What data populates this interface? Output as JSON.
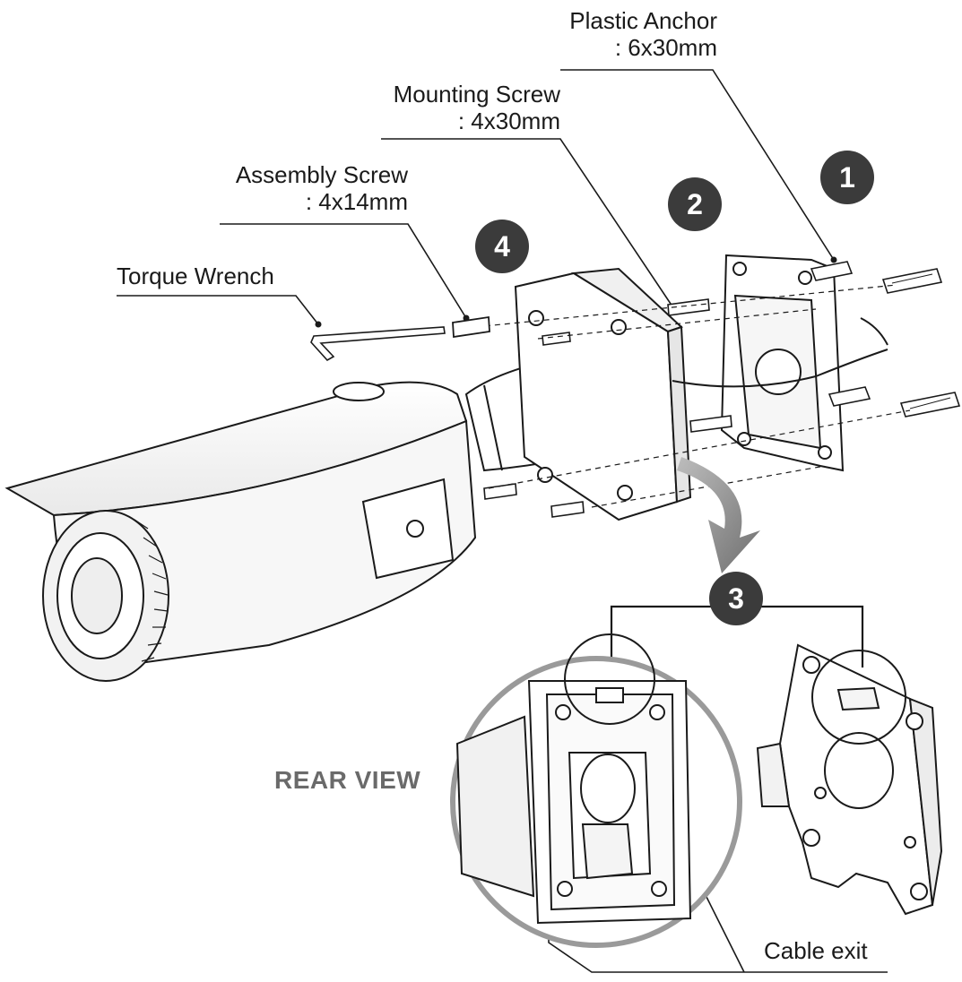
{
  "labels": {
    "plastic_anchor": {
      "name": "Plastic Anchor",
      "size": ": 6x30mm"
    },
    "mounting_screw": {
      "name": "Mounting Screw",
      "size": ": 4x30mm"
    },
    "assembly_screw": {
      "name": "Assembly Screw",
      "size": ": 4x14mm"
    },
    "torque_wrench": "Torque Wrench",
    "rear_view": "REAR VIEW",
    "cable_exit": "Cable exit"
  },
  "steps": [
    "1",
    "2",
    "3",
    "4"
  ],
  "colors": {
    "badge": "#3b3b3b",
    "line": "#1a1a1a",
    "magnifier_ring": "#9a9a9a",
    "arrow": "#8a8a8a"
  }
}
